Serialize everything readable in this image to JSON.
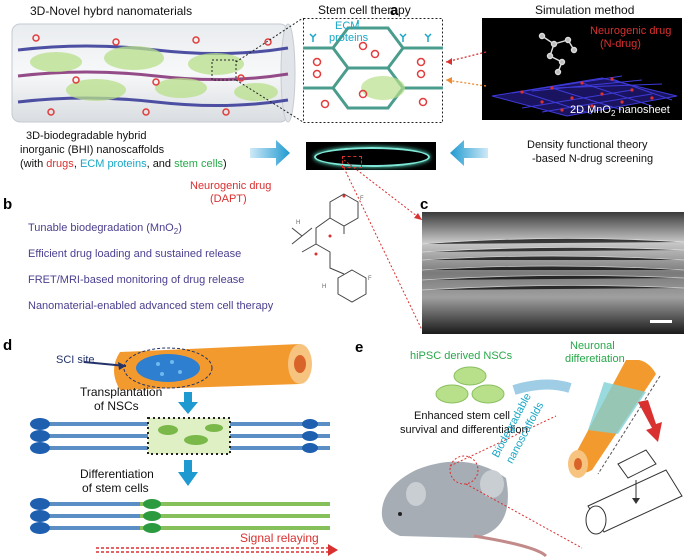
{
  "panels": {
    "a": "a",
    "b": "b",
    "c": "c",
    "d": "d",
    "e": "e"
  },
  "panel_a": {
    "heading_left": "3D-Novel hybrd nanomaterials",
    "heading_center": "Stem cell therapy",
    "heading_right": "Simulation method",
    "ecm_label_1": "ECM",
    "ecm_label_2": "proteins",
    "drug_label_1": "Neurogenic drug",
    "drug_label_2": "(N-drug)",
    "nanosheet_label": "2D MnO",
    "nanosheet_sub": "2",
    "nanosheet_suffix": " nanosheet",
    "bhi_line1": "3D-biodegradable hybrid",
    "bhi_line2": "inorganic (BHI) nanoscaffolds",
    "bhi_line3_pre": "(with ",
    "bhi_drugs": "drugs",
    "bhi_sep1": ", ",
    "bhi_ecm": "ECM proteins",
    "bhi_sep2": ", and ",
    "bhi_stem": "stem cells",
    "bhi_post": ")",
    "dft_line1": "Density functional theory",
    "dft_line2": "-based N-drug screening"
  },
  "panel_b": {
    "drug_name_1": "Neurogenic drug",
    "drug_name_2": "(DAPT)",
    "item1_pre": "Tunable biodegradation (MnO",
    "item1_sub": "2",
    "item1_post": ")",
    "item2": "Efficient drug loading and sustained release",
    "item3": "FRET/MRI-based monitoring of drug release",
    "item4": "Nanomaterial-enabled advanced stem cell therapy"
  },
  "panel_d": {
    "sci_site": "SCI site",
    "transplant_1": "Transplantation",
    "transplant_2": "of NSCs",
    "diff_1": "Differentiation",
    "diff_2": "of stem cells",
    "signal": "Signal relaying"
  },
  "panel_e": {
    "hipsc": "hiPSC derived NSCs",
    "enhanced_1": "Enhanced stem cell",
    "enhanced_2": "survival and differentiation",
    "neuronal_1": "Neuronal",
    "neuronal_2": "differetiation",
    "bio_1": "Biodegradable",
    "bio_2": "nanoscaffolds"
  },
  "colors": {
    "drug_red": "#d93030",
    "ecm_cyan": "#1aa7c7",
    "stem_green": "#27a84a",
    "list_purple": "#4a3f8f",
    "arrow_blue": "#1e9ad0"
  }
}
